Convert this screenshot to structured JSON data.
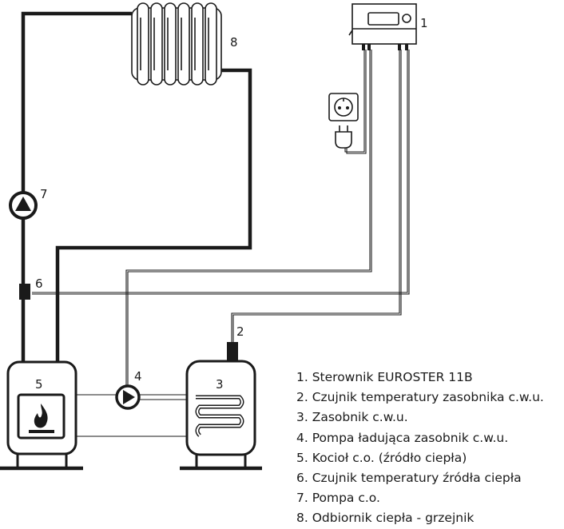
{
  "labels": {
    "controller": "1",
    "tank_sensor": "2",
    "tank": "3",
    "pump_tank": "4",
    "boiler": "5",
    "source_sensor": "6",
    "pump_co": "7",
    "radiator": "8"
  },
  "legend": [
    "1. Sterownik EUROSTER 11B",
    "2. Czujnik temperatury zasobnika c.w.u.",
    "3. Zasobnik c.w.u.",
    "4. Pompa ładująca zasobnik c.w.u.",
    "5. Kocioł c.o. (źródło ciepła)",
    "6. Czujnik temperatury źródła ciepła",
    "7. Pompa c.o.",
    "8. Odbiornik ciepła - grzejnik"
  ],
  "colors": {
    "line": "#1a1a1a",
    "fill": "#ffffff"
  }
}
